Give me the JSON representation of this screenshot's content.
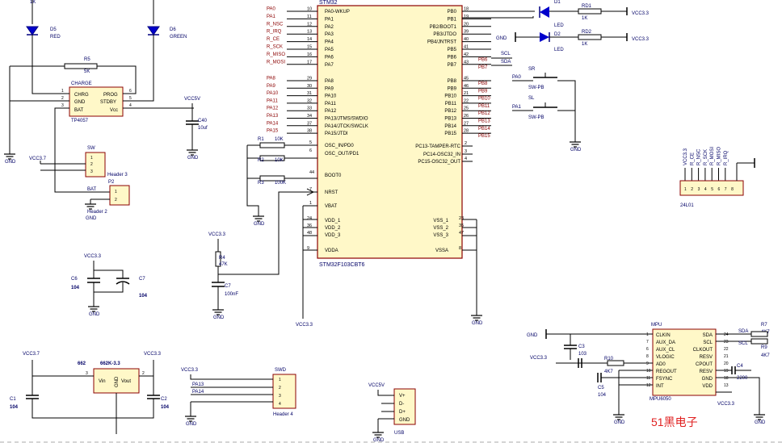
{
  "watermark": "51黑电子",
  "mcu": {
    "title": "STM32",
    "part": "STM32F103CBT6",
    "left_pins": [
      {
        "num": "10",
        "name": "PA0-WKUP",
        "net": "PA0"
      },
      {
        "num": "11",
        "name": "PA1",
        "net": "PA1"
      },
      {
        "num": "12",
        "name": "PA2",
        "net": "R_NSC"
      },
      {
        "num": "13",
        "name": "PA3",
        "net": "R_IRQ"
      },
      {
        "num": "14",
        "name": "PA4",
        "net": "R_CE"
      },
      {
        "num": "15",
        "name": "PA5",
        "net": "R_SCK"
      },
      {
        "num": "16",
        "name": "PA6",
        "net": "R_MISO"
      },
      {
        "num": "17",
        "name": "PA7",
        "net": "R_MOSI"
      },
      {
        "num": "29",
        "name": "PA8",
        "net": "PA8"
      },
      {
        "num": "30",
        "name": "PA9",
        "net": "PA9"
      },
      {
        "num": "31",
        "name": "PA10",
        "net": "PA10"
      },
      {
        "num": "32",
        "name": "PA11",
        "net": "PA11"
      },
      {
        "num": "33",
        "name": "PA12",
        "net": "PA12"
      },
      {
        "num": "34",
        "name": "PA13/JTMS/SWDIO",
        "net": "PA13"
      },
      {
        "num": "37",
        "name": "PA14/JTCK/SWCLK",
        "net": "PA14"
      },
      {
        "num": "38",
        "name": "PA15/JTDI",
        "net": "PA15"
      }
    ],
    "right_pins": [
      {
        "num": "18",
        "name": "PB0",
        "net": ""
      },
      {
        "num": "19",
        "name": "PB1",
        "net": ""
      },
      {
        "num": "20",
        "name": "PB2/BOOT1",
        "net": ""
      },
      {
        "num": "39",
        "name": "PB3/JTDO",
        "net": ""
      },
      {
        "num": "40",
        "name": "PB4/JNTRST",
        "net": ""
      },
      {
        "num": "41",
        "name": "PB5",
        "net": ""
      },
      {
        "num": "42",
        "name": "PB6",
        "net": "PB6"
      },
      {
        "num": "43",
        "name": "PB7",
        "net": "PB7"
      },
      {
        "num": "45",
        "name": "PB8",
        "net": "PB8"
      },
      {
        "num": "46",
        "name": "PB9",
        "net": "PB9"
      },
      {
        "num": "21",
        "name": "PB10",
        "net": "PB10"
      },
      {
        "num": "22",
        "name": "PB11",
        "net": "PB11"
      },
      {
        "num": "25",
        "name": "PB12",
        "net": "PB12"
      },
      {
        "num": "26",
        "name": "PB13",
        "net": "PB13"
      },
      {
        "num": "27",
        "name": "PB14",
        "net": "PB14"
      },
      {
        "num": "28",
        "name": "PB15",
        "net": "PB15"
      }
    ],
    "osc_pins": [
      {
        "num": "5",
        "name": "OSC_IN/PD0"
      },
      {
        "num": "6",
        "name": "OSC_OUT/PD1"
      },
      {
        "num": "44",
        "name": "BOOT0"
      },
      {
        "num": "7",
        "name": "NRST"
      },
      {
        "num": "1",
        "name": "VBAT"
      }
    ],
    "pc_pins": [
      {
        "num": "2",
        "name": "PC13-TAMPER-RTC"
      },
      {
        "num": "3",
        "name": "PC14-OSC32_IN"
      },
      {
        "num": "4",
        "name": "PC15-OSC32_OUT"
      }
    ],
    "power_left": [
      {
        "num": "24",
        "name": "VDD_1"
      },
      {
        "num": "36",
        "name": "VDD_2"
      },
      {
        "num": "48",
        "name": "VDD_3"
      },
      {
        "num": "9",
        "name": "VDDA"
      }
    ],
    "power_right": [
      {
        "num": "23",
        "name": "VSS_1"
      },
      {
        "num": "35",
        "name": "VSS_2"
      },
      {
        "num": "47",
        "name": "VSS_3"
      },
      {
        "num": "8",
        "name": "VSSA"
      }
    ]
  },
  "labels": {
    "gnd": "GND",
    "vcc33": "VCC3.3",
    "vcc37": "VCC3.7",
    "vcc5v": "VCC5V",
    "scl": "SCL",
    "sda": "SDA",
    "led": "LED",
    "red": "RED",
    "green": "GREEN",
    "r1": "R1",
    "r1_val": "10K",
    "r2": "R2",
    "r2_val": "10K",
    "r3": "R3",
    "r3_val": "100K",
    "r4": "R4",
    "r4_val": "47K",
    "c7": "C7",
    "c7_val": "100nF",
    "rd1": "RD1",
    "rd1_val": "1K",
    "rd2": "RD2",
    "rd2_val": "1K",
    "d1": "D1",
    "d2": "D2",
    "d5": "D5",
    "d6": "D6",
    "sr": "SR",
    "sl": "SL",
    "swpb": "SW-PB",
    "r5": "R5",
    "r5_val": "5K",
    "r_top_val": "1K",
    "charge": "CHARGE",
    "tp4057": "TP4057",
    "chrg": "CHRG",
    "gnd_pin": "GND",
    "bat": "BAT",
    "prog": "PROG",
    "stdby": "STDBY",
    "vcc_pin": "Vcc",
    "c40": "C40",
    "c40_val": "10uf",
    "sw": "SW",
    "header3": "Header 3",
    "bat_conn": "BAT",
    "p2": "P2",
    "header2": "Header 2",
    "c6": "C6",
    "c6_val": "104",
    "c7b": "C7",
    "c7b_val": "104",
    "ldo_top": "662",
    "ldo_part": "662K-3.3",
    "vin": "Vin",
    "vout": "Vout",
    "ldo_gnd": "GND",
    "c1": "C1",
    "c1_val": "104",
    "c2": "C2",
    "c2_val": "104",
    "swd": "SWD",
    "header4": "Header 4",
    "pa13": "PA13",
    "pa14": "PA14",
    "usb": "USB",
    "usb_vp": "V+",
    "usb_dm": "D-",
    "usb_dp": "D+",
    "usb_gnd": "GND",
    "nrf_ref": "24L01",
    "nrf_nets": [
      "VCC3.3",
      "R_CE",
      "R_NSC",
      "R_SCK",
      "R_MOSI",
      "R_MISO",
      "R_IRQ"
    ],
    "mpu": "MPU",
    "mpu_part": "MPU6050",
    "mpu_left": [
      "CLKIN",
      "AUX_DA",
      "AUX_CL",
      "VLOGIC",
      "AD0",
      "REGOUT",
      "FSYNC",
      "INT"
    ],
    "mpu_right": [
      "SDA",
      "SCL",
      "CLKOUT",
      "RESV",
      "CPOUT",
      "RESV",
      "GND",
      "VDD"
    ],
    "mpu_right_nums": [
      "24",
      "23",
      "22",
      "21",
      "20",
      "19",
      "18",
      "13"
    ],
    "mpu_left_nums": [
      "1",
      "7",
      "6",
      "8",
      "9",
      "10",
      "11",
      "12"
    ],
    "c3": "C3",
    "c3_val": "103",
    "r10": "R10",
    "r10_val": "4K7",
    "c5": "C5",
    "c5_val": "104",
    "c4": "C4",
    "c4_val": "2200",
    "r7": "R7",
    "r7_val": "4K7",
    "r9": "R9",
    "r9_val": "4K7"
  }
}
